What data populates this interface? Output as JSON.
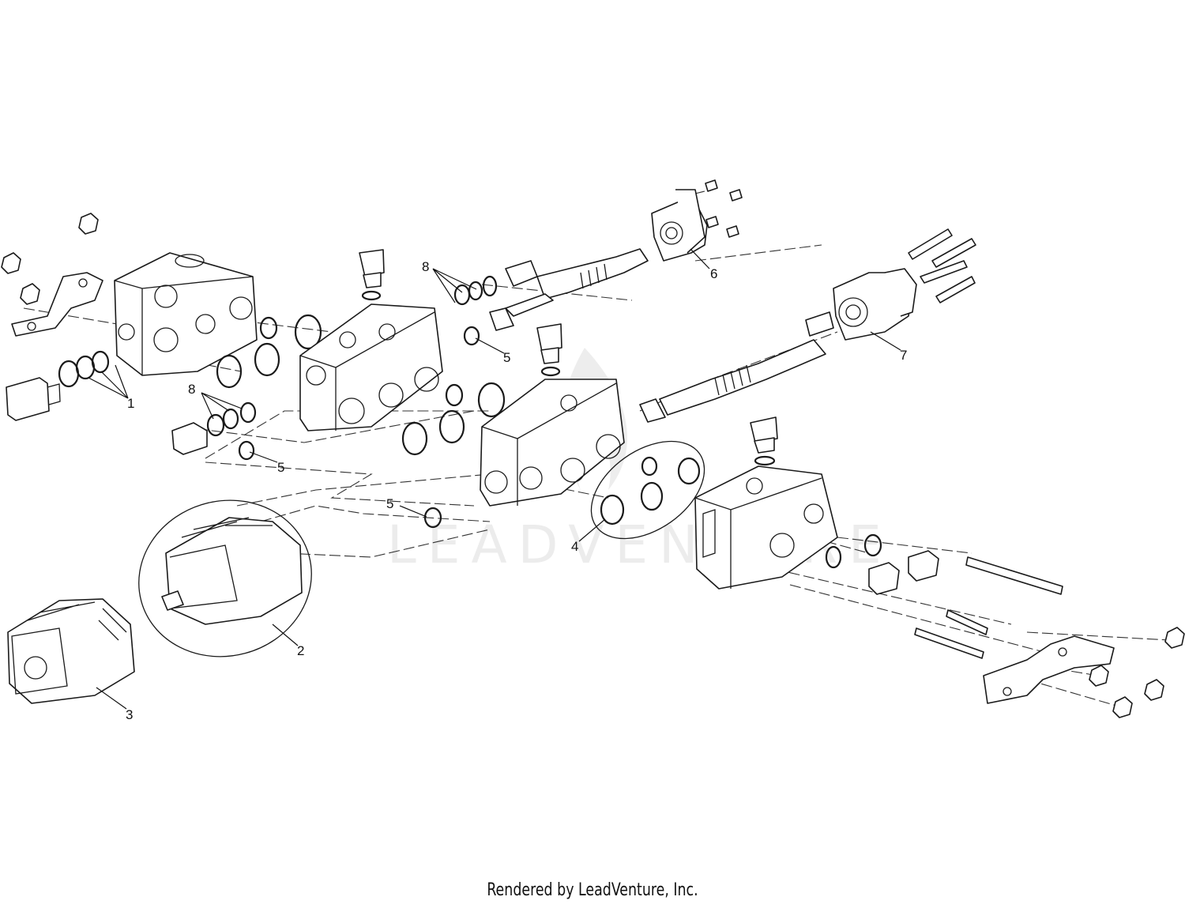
{
  "watermark": {
    "text": "LEADVENTURE"
  },
  "callouts": [
    {
      "id": "c1",
      "label": "1"
    },
    {
      "id": "c2",
      "label": "2"
    },
    {
      "id": "c3",
      "label": "3"
    },
    {
      "id": "c4",
      "label": "4"
    },
    {
      "id": "c5a",
      "label": "5"
    },
    {
      "id": "c5b",
      "label": "5"
    },
    {
      "id": "c5c",
      "label": "5"
    },
    {
      "id": "c6",
      "label": "6"
    },
    {
      "id": "c7",
      "label": "7"
    },
    {
      "id": "c8a",
      "label": "8"
    },
    {
      "id": "c8b",
      "label": "8"
    }
  ],
  "footer": {
    "credit": "Rendered by LeadVenture, Inc."
  }
}
